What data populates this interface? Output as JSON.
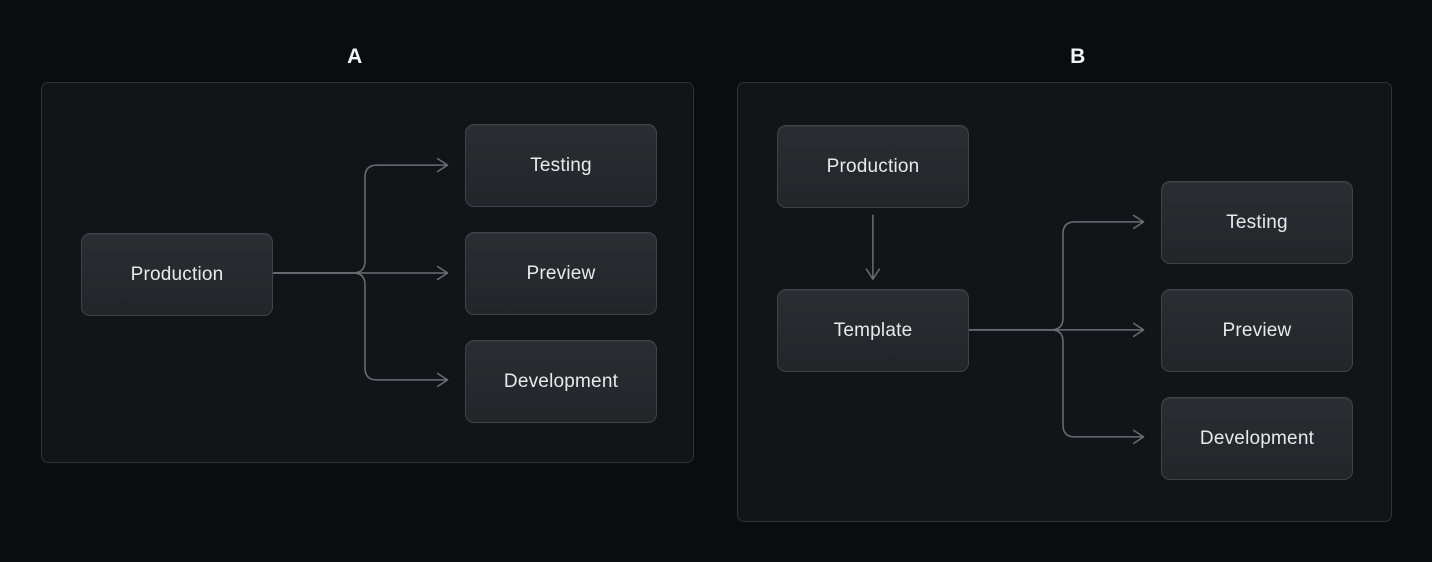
{
  "page": {
    "background": "#0b0c0e",
    "kind": "environment-flow-diagram-comparison"
  },
  "colors": {
    "page_background": "#0b0c0e",
    "panel_background": "#131418",
    "panel_border": "#2e3136",
    "node_background_top": "#2b2d32",
    "node_background_bottom": "#232529",
    "node_border": "#3f4348",
    "node_text": "#e8e9eb",
    "connector": "#6b6e73",
    "panel_label_text": "#f2f3f5"
  },
  "diagram_a": {
    "label": "A",
    "nodes": [
      {
        "id": "production",
        "label": "Production"
      },
      {
        "id": "testing",
        "label": "Testing"
      },
      {
        "id": "preview",
        "label": "Preview"
      },
      {
        "id": "development",
        "label": "Development"
      }
    ],
    "edges": [
      {
        "from": "production",
        "to": "testing"
      },
      {
        "from": "production",
        "to": "preview"
      },
      {
        "from": "production",
        "to": "development"
      }
    ]
  },
  "diagram_b": {
    "label": "B",
    "nodes": [
      {
        "id": "production",
        "label": "Production"
      },
      {
        "id": "template",
        "label": "Template"
      },
      {
        "id": "testing",
        "label": "Testing"
      },
      {
        "id": "preview",
        "label": "Preview"
      },
      {
        "id": "development",
        "label": "Development"
      }
    ],
    "edges": [
      {
        "from": "production",
        "to": "template"
      },
      {
        "from": "template",
        "to": "testing"
      },
      {
        "from": "template",
        "to": "preview"
      },
      {
        "from": "template",
        "to": "development"
      }
    ]
  }
}
